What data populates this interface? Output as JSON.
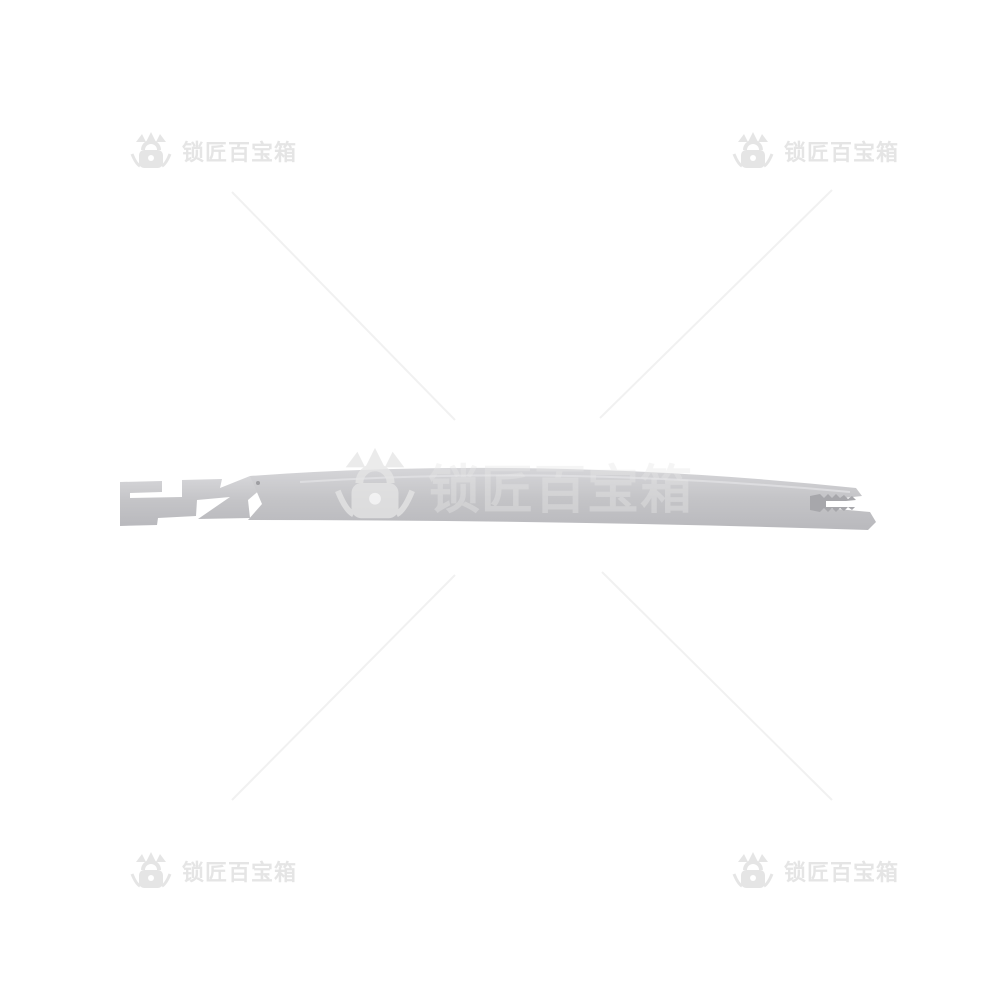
{
  "watermark": {
    "text": "锁匠百宝箱",
    "logo_icon": "padlock-crown-logo",
    "color": "#e3e3e3"
  },
  "product": {
    "object_icon": "lock-pick-tension-tool",
    "metal_color": "#c9c9cc",
    "background": "#ffffff"
  }
}
